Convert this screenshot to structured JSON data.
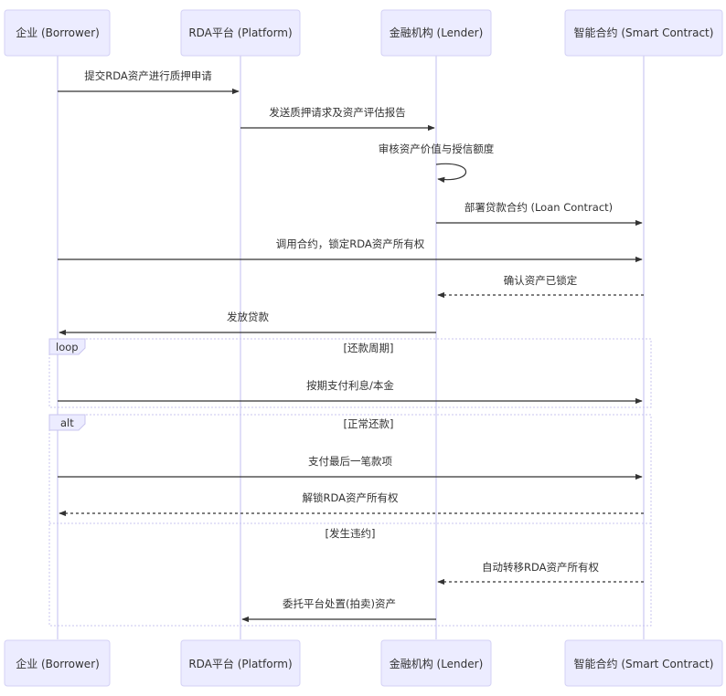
{
  "actors": [
    {
      "id": "borrower",
      "label": "企业 (Borrower)"
    },
    {
      "id": "platform",
      "label": "RDA平台 (Platform)"
    },
    {
      "id": "lender",
      "label": "金融机构 (Lender)"
    },
    {
      "id": "contract",
      "label": "智能合约 (Smart Contract)"
    }
  ],
  "messages": [
    {
      "id": "m1",
      "text": "提交RDA资产进行质押申请",
      "from": "borrower",
      "to": "platform",
      "style": "solid"
    },
    {
      "id": "m2",
      "text": "发送质押请求及资产评估报告",
      "from": "platform",
      "to": "lender",
      "style": "solid"
    },
    {
      "id": "m3",
      "text": "审核资产价值与授信额度",
      "from": "lender",
      "to": "lender",
      "style": "solid"
    },
    {
      "id": "m4",
      "text": "部署贷款合约 (Loan Contract)",
      "from": "lender",
      "to": "contract",
      "style": "solid"
    },
    {
      "id": "m5",
      "text": "调用合约，锁定RDA资产所有权",
      "from": "borrower",
      "to": "contract",
      "style": "solid"
    },
    {
      "id": "m6",
      "text": "确认资产已锁定",
      "from": "contract",
      "to": "lender",
      "style": "dashed"
    },
    {
      "id": "m7",
      "text": "发放贷款",
      "from": "lender",
      "to": "borrower",
      "style": "solid"
    },
    {
      "id": "m8",
      "text": "按期支付利息/本金",
      "from": "borrower",
      "to": "contract",
      "style": "solid"
    },
    {
      "id": "m9",
      "text": "支付最后一笔款项",
      "from": "borrower",
      "to": "contract",
      "style": "solid"
    },
    {
      "id": "m10",
      "text": "解锁RDA资产所有权",
      "from": "contract",
      "to": "borrower",
      "style": "dashed"
    },
    {
      "id": "m11",
      "text": "自动转移RDA资产所有权",
      "from": "contract",
      "to": "lender",
      "style": "dashed"
    },
    {
      "id": "m12",
      "text": "委托平台处置(拍卖)资产",
      "from": "lender",
      "to": "platform",
      "style": "solid"
    }
  ],
  "frames": [
    {
      "id": "loop",
      "keyword": "loop",
      "condition": "[还款周期]"
    },
    {
      "id": "alt",
      "keyword": "alt",
      "condition": "[正常还款]",
      "else_condition": "[发生违约]"
    }
  ],
  "colors": {
    "actor_fill": "#ECECFF",
    "actor_border": "#D3D1F5",
    "line": "#333333",
    "frame_border": "#C9C5EF"
  }
}
